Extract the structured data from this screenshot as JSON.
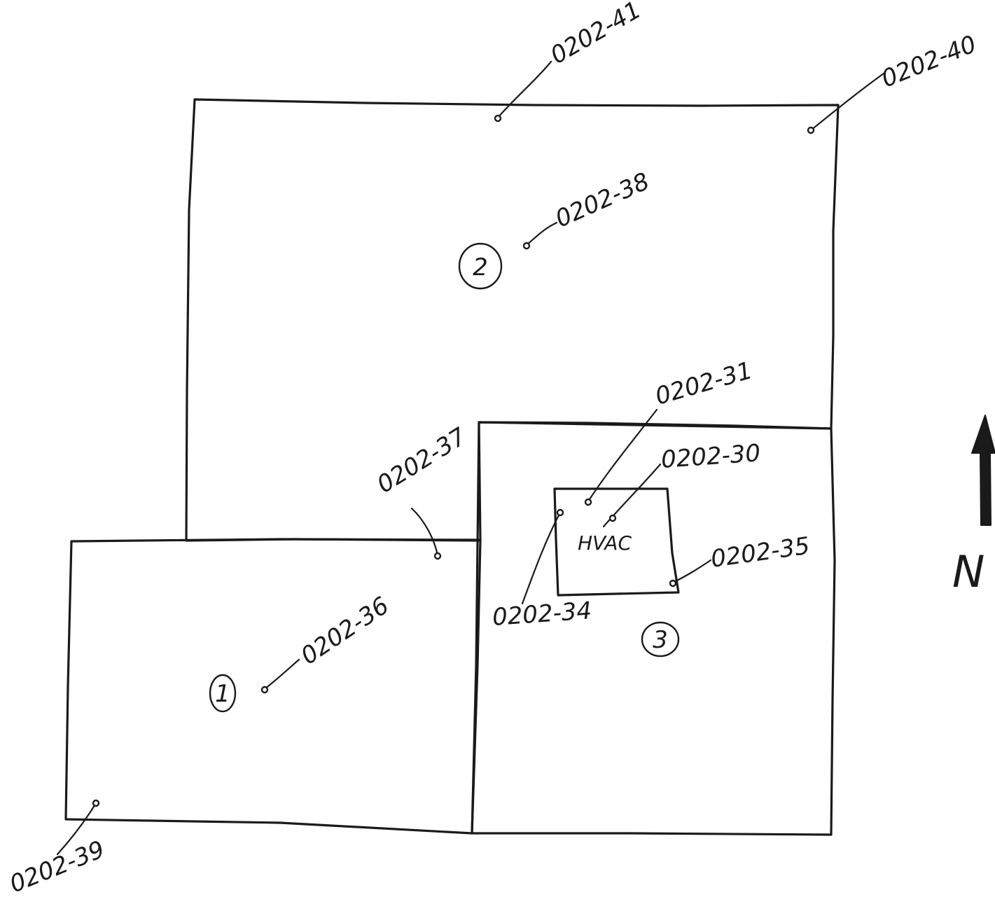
{
  "points": [
    {
      "id": "p41",
      "label": "0202-41"
    },
    {
      "id": "p40",
      "label": "0202-40"
    },
    {
      "id": "p38",
      "label": "0202-38"
    },
    {
      "id": "p31",
      "label": "0202-31"
    },
    {
      "id": "p30",
      "label": "0202-30"
    },
    {
      "id": "p37",
      "label": "0202-37"
    },
    {
      "id": "p35",
      "label": "0202-35"
    },
    {
      "id": "p34",
      "label": "0202-34"
    },
    {
      "id": "p36",
      "label": "0202-36"
    },
    {
      "id": "p39",
      "label": "0202-39"
    }
  ],
  "rooms": [
    {
      "id": "room2",
      "number": "2"
    },
    {
      "id": "room1",
      "number": "1"
    },
    {
      "id": "room3",
      "number": "3"
    }
  ],
  "hvac_label": "HVAC",
  "north_label": "N"
}
